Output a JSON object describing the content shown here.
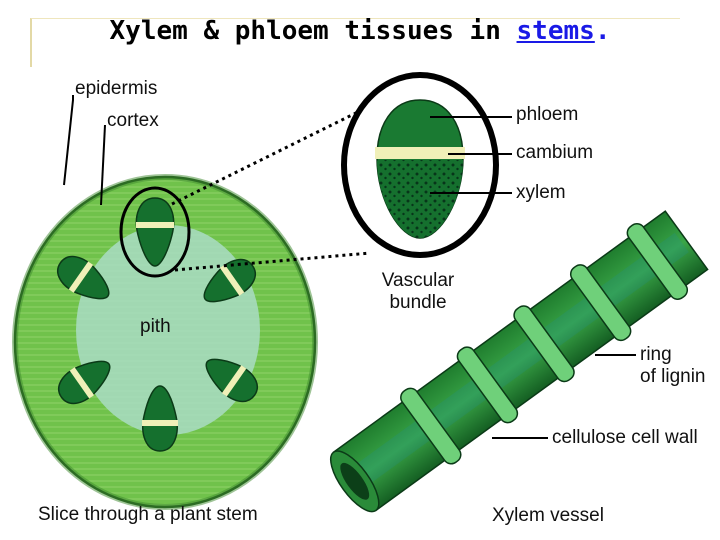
{
  "slide": {
    "title_prefix": "Xylem & phloem tissues in ",
    "title_link": "stems",
    "title_suffix": "."
  },
  "labels": {
    "epidermis": "epidermis",
    "cortex": "cortex",
    "pith": "pith",
    "phloem": "phloem",
    "cambium": "cambium",
    "xylem": "xylem",
    "vascular_bundle_line1": "Vascular",
    "vascular_bundle_line2": "bundle",
    "ring_line1": "ring",
    "ring_line2": "of lignin",
    "cellulose_wall": "cellulose cell wall",
    "stem_caption": "Slice through a plant stem",
    "vessel_caption": "Xylem vessel"
  },
  "colors": {
    "cortex_green": "#6fc24a",
    "pith_blue": "#a9dcc4",
    "bundle_dark": "#13692b",
    "cambium_cream": "#f0f0b8",
    "vessel_green": "#2f9a3c",
    "ring_light": "#6fd07a",
    "link_blue": "#1a1ae6"
  }
}
